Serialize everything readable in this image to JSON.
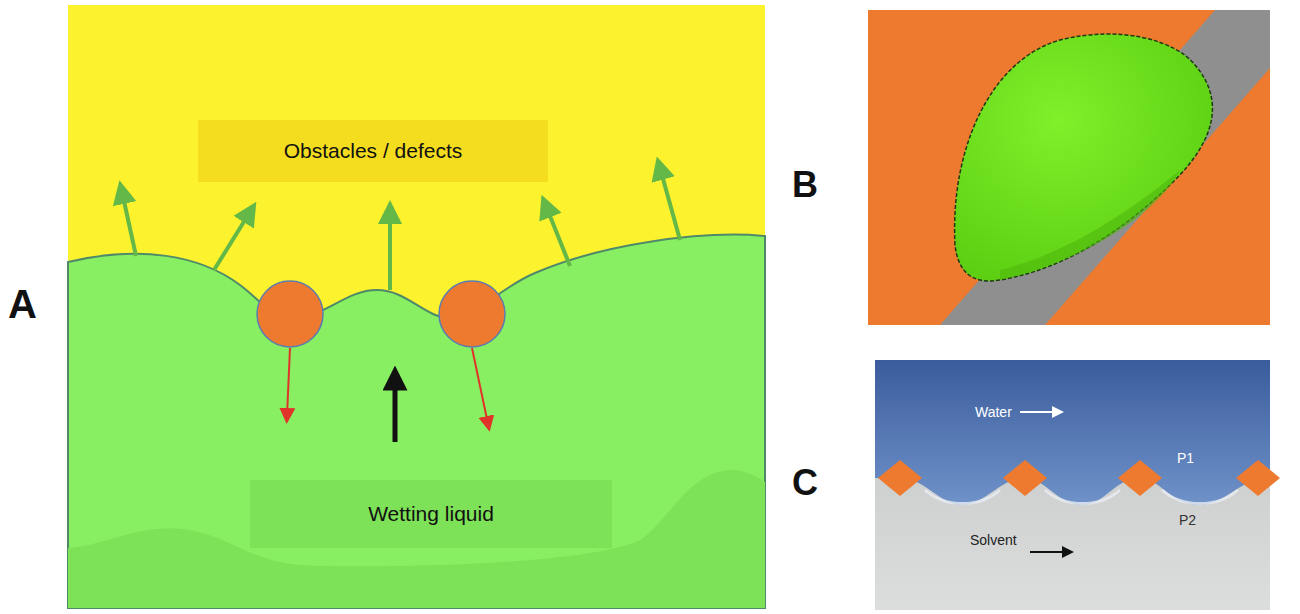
{
  "diagram": {
    "nodes": [
      {
        "text": [
          "Obstacles / defects"
        ]
      },
      {
        "text": [
          "Wetting liquid"
        ]
      }
    ],
    "labels": [
      "A",
      "B",
      "C",
      "Water",
      "P1",
      "P2",
      "Solvent"
    ]
  }
}
